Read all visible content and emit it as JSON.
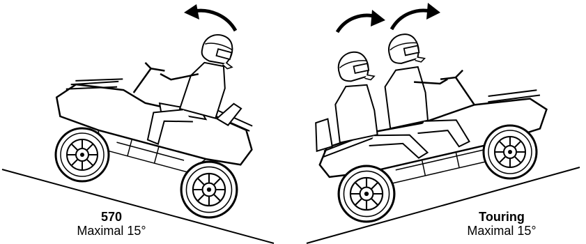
{
  "left_vehicle": {
    "model": "570",
    "limit": "Maximal 15°"
  },
  "right_vehicle": {
    "model": "Touring",
    "limit": "Maximal 15°"
  },
  "colors": {
    "line": "#000000",
    "background": "#ffffff"
  },
  "icons": [
    "curved-arrow-icon",
    "helmet-icon",
    "atv-wheel-icon"
  ]
}
